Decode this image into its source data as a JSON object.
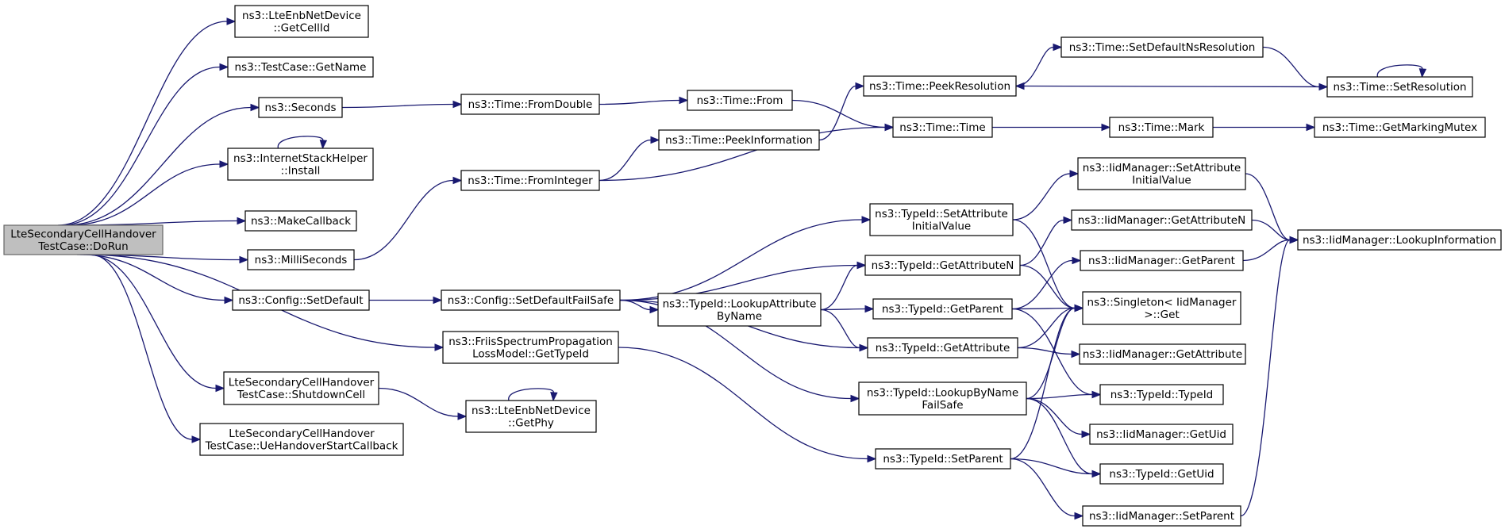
{
  "colors": {
    "edge": "#191970",
    "root_fill": "#bfbfbf",
    "node_fill": "#ffffff"
  },
  "nodes": [
    {
      "id": "n0",
      "lines": [
        "LteSecondaryCellHandover",
        "TestCase::DoRun"
      ]
    },
    {
      "id": "n1",
      "lines": [
        "ns3::LteEnbNetDevice",
        "::GetCellId"
      ]
    },
    {
      "id": "n2",
      "lines": [
        "ns3::TestCase::GetName"
      ]
    },
    {
      "id": "n3",
      "lines": [
        "ns3::Seconds"
      ]
    },
    {
      "id": "n4",
      "lines": [
        "ns3::InternetStackHelper",
        "::Install"
      ]
    },
    {
      "id": "n5",
      "lines": [
        "ns3::MakeCallback"
      ]
    },
    {
      "id": "n6",
      "lines": [
        "ns3::MilliSeconds"
      ]
    },
    {
      "id": "n7",
      "lines": [
        "ns3::Config::SetDefault"
      ]
    },
    {
      "id": "n8",
      "lines": [
        "LteSecondaryCellHandover",
        "TestCase::ShutdownCell"
      ]
    },
    {
      "id": "n9",
      "lines": [
        "LteSecondaryCellHandover",
        "TestCase::UeHandoverStartCallback"
      ]
    },
    {
      "id": "n10",
      "lines": [
        "ns3::Time::FromDouble"
      ]
    },
    {
      "id": "n11",
      "lines": [
        "ns3::Time::FromInteger"
      ]
    },
    {
      "id": "n12",
      "lines": [
        "ns3::Config::SetDefaultFailSafe"
      ]
    },
    {
      "id": "n13",
      "lines": [
        "ns3::FriisSpectrumPropagation",
        "LossModel::GetTypeId"
      ]
    },
    {
      "id": "n14",
      "lines": [
        "ns3::LteEnbNetDevice",
        "::GetPhy"
      ]
    },
    {
      "id": "n15",
      "lines": [
        "ns3::Time::From"
      ]
    },
    {
      "id": "n16",
      "lines": [
        "ns3::Time::PeekInformation"
      ]
    },
    {
      "id": "n17",
      "lines": [
        "ns3::TypeId::LookupAttribute",
        "ByName"
      ]
    },
    {
      "id": "n18",
      "lines": [
        "ns3::Time::PeekResolution"
      ]
    },
    {
      "id": "n19",
      "lines": [
        "ns3::Time::Time"
      ]
    },
    {
      "id": "n20",
      "lines": [
        "ns3::TypeId::SetAttribute",
        "InitialValue"
      ]
    },
    {
      "id": "n21",
      "lines": [
        "ns3::TypeId::GetAttributeN"
      ]
    },
    {
      "id": "n22",
      "lines": [
        "ns3::TypeId::GetParent"
      ]
    },
    {
      "id": "n23",
      "lines": [
        "ns3::TypeId::GetAttribute"
      ]
    },
    {
      "id": "n24",
      "lines": [
        "ns3::TypeId::LookupByName",
        "FailSafe"
      ]
    },
    {
      "id": "n25",
      "lines": [
        "ns3::TypeId::SetParent"
      ]
    },
    {
      "id": "n26",
      "lines": [
        "ns3::Time::SetDefaultNsResolution"
      ]
    },
    {
      "id": "n27",
      "lines": [
        "ns3::Time::Mark"
      ]
    },
    {
      "id": "n28",
      "lines": [
        "ns3::IidManager::SetAttribute",
        "InitialValue"
      ]
    },
    {
      "id": "n29",
      "lines": [
        "ns3::IidManager::GetAttributeN"
      ]
    },
    {
      "id": "n30",
      "lines": [
        "ns3::IidManager::GetParent"
      ]
    },
    {
      "id": "n31",
      "lines": [
        "ns3::Singleton< IidManager",
        ">::Get"
      ]
    },
    {
      "id": "n32",
      "lines": [
        "ns3::IidManager::GetAttribute"
      ]
    },
    {
      "id": "n33",
      "lines": [
        "ns3::TypeId::TypeId"
      ]
    },
    {
      "id": "n34",
      "lines": [
        "ns3::IidManager::GetUid"
      ]
    },
    {
      "id": "n35",
      "lines": [
        "ns3::TypeId::GetUid"
      ]
    },
    {
      "id": "n36",
      "lines": [
        "ns3::IidManager::SetParent"
      ]
    },
    {
      "id": "n37",
      "lines": [
        "ns3::Time::SetResolution"
      ]
    },
    {
      "id": "n38",
      "lines": [
        "ns3::Time::GetMarkingMutex"
      ]
    },
    {
      "id": "n39",
      "lines": [
        "ns3::IidManager::LookupInformation"
      ]
    }
  ],
  "edges": [
    [
      "n0",
      "n1"
    ],
    [
      "n0",
      "n2"
    ],
    [
      "n0",
      "n3"
    ],
    [
      "n0",
      "n4"
    ],
    [
      "n0",
      "n5"
    ],
    [
      "n0",
      "n6"
    ],
    [
      "n0",
      "n7"
    ],
    [
      "n0",
      "n13"
    ],
    [
      "n0",
      "n8"
    ],
    [
      "n0",
      "n9"
    ],
    [
      "n3",
      "n10"
    ],
    [
      "n4",
      "n4"
    ],
    [
      "n6",
      "n11"
    ],
    [
      "n7",
      "n12"
    ],
    [
      "n8",
      "n14"
    ],
    [
      "n14",
      "n14"
    ],
    [
      "n13",
      "n25"
    ],
    [
      "n10",
      "n15"
    ],
    [
      "n15",
      "n19"
    ],
    [
      "n11",
      "n16"
    ],
    [
      "n11",
      "n19"
    ],
    [
      "n16",
      "n18"
    ],
    [
      "n18",
      "n26"
    ],
    [
      "n26",
      "n37"
    ],
    [
      "n37",
      "n18"
    ],
    [
      "n37",
      "n37"
    ],
    [
      "n19",
      "n27"
    ],
    [
      "n27",
      "n38"
    ],
    [
      "n12",
      "n20"
    ],
    [
      "n12",
      "n21"
    ],
    [
      "n12",
      "n17"
    ],
    [
      "n12",
      "n23"
    ],
    [
      "n12",
      "n24"
    ],
    [
      "n17",
      "n21"
    ],
    [
      "n17",
      "n22"
    ],
    [
      "n17",
      "n23"
    ],
    [
      "n20",
      "n28"
    ],
    [
      "n20",
      "n31"
    ],
    [
      "n21",
      "n29"
    ],
    [
      "n21",
      "n31"
    ],
    [
      "n22",
      "n30"
    ],
    [
      "n22",
      "n31"
    ],
    [
      "n22",
      "n33"
    ],
    [
      "n23",
      "n32"
    ],
    [
      "n23",
      "n31"
    ],
    [
      "n24",
      "n31"
    ],
    [
      "n24",
      "n33"
    ],
    [
      "n24",
      "n34"
    ],
    [
      "n24",
      "n35"
    ],
    [
      "n25",
      "n31"
    ],
    [
      "n25",
      "n35"
    ],
    [
      "n25",
      "n36"
    ],
    [
      "n28",
      "n39"
    ],
    [
      "n29",
      "n39"
    ],
    [
      "n30",
      "n39"
    ],
    [
      "n36",
      "n39"
    ]
  ]
}
